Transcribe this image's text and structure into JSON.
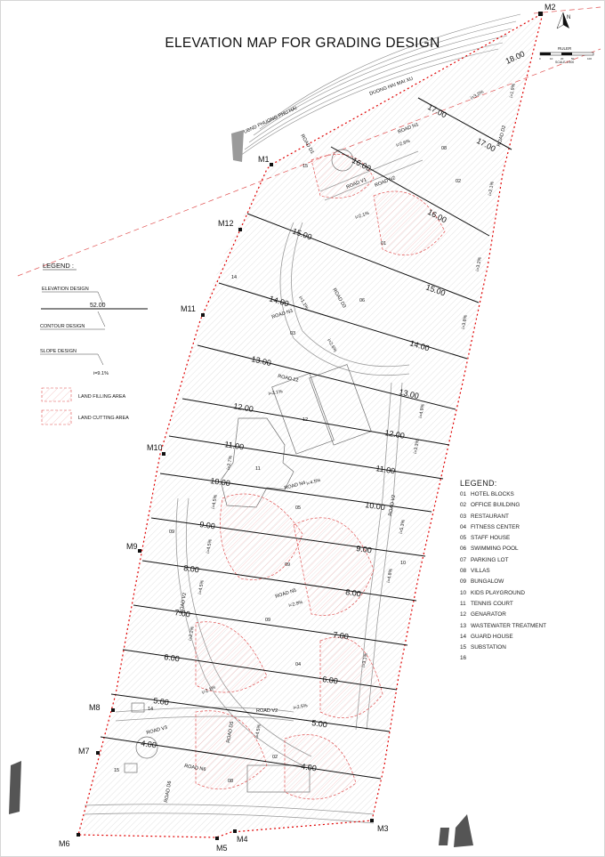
{
  "title": "ELEVATION MAP FOR GRADING DESIGN",
  "north_arrow": {
    "label": "N",
    "ruler_label": "RULER",
    "scale_label": "SCALE 1:500",
    "ruler_ticks": [
      "0",
      "10",
      "20",
      "50",
      "100"
    ]
  },
  "road_labels": {
    "outer_road": "DUONG HAI MAI XU",
    "street_note": "UBND PHUONG PHU HAI",
    "road_d1": "ROAD D1",
    "road_n1": "ROAD N1",
    "road_n2": "ROAD N2",
    "road_v1": "ROAD V1",
    "road_n3": "ROAD N3",
    "road_d2": "ROAD D2",
    "road_d3": "ROAD D3",
    "road_n4": "ROAD N4",
    "road_v2a": "ROAD V2",
    "road_v2b": "ROAD V2",
    "road_v2c": "ROAD V2",
    "road_n5": "ROAD N5",
    "road_v3": "ROAD V3",
    "road_d5": "ROAD D5",
    "road_n6": "ROAD N6",
    "road_d6": "ROAD D6",
    "road_n12": "ROAD 12"
  },
  "legend": {
    "title": "LEGEND :",
    "elevation_design": "ELEVATION DESIGN",
    "elevation_sample": "52.00",
    "contour_design": "CONTOUR DESIGN",
    "slope_design": "SLOPE DESIGN",
    "slope_sample": "i=9.1%",
    "filling_area": "LAND FILLING AREA",
    "cutting_area": "LAND CUTTING AREA"
  },
  "legend2": {
    "title": "LEGEND:",
    "items": [
      {
        "num": "01",
        "label": "HOTEL BLOCKS"
      },
      {
        "num": "02",
        "label": "OFFICE BUILDING"
      },
      {
        "num": "03",
        "label": "RESTAURANT"
      },
      {
        "num": "04",
        "label": "FITNESS CENTER"
      },
      {
        "num": "05",
        "label": "STAFF HOUSE"
      },
      {
        "num": "06",
        "label": "SWIMMING POOL"
      },
      {
        "num": "07",
        "label": "PARKING LOT"
      },
      {
        "num": "08",
        "label": "VILLAS"
      },
      {
        "num": "09",
        "label": "BUNGALOW"
      },
      {
        "num": "10",
        "label": "KIDS PLAYGROUND"
      },
      {
        "num": "11",
        "label": "TENNIS COURT"
      },
      {
        "num": "12",
        "label": "GENARATOR"
      },
      {
        "num": "13",
        "label": "WASTEWATER TREATMENT"
      },
      {
        "num": "14",
        "label": "GUARD HOUSE"
      },
      {
        "num": "15",
        "label": "SUBSTATION"
      },
      {
        "num": "16",
        "label": ""
      }
    ]
  },
  "boundary_markers": [
    "M1",
    "M12",
    "M11",
    "M10",
    "M9",
    "M8",
    "M7",
    "M6",
    "M5",
    "M4",
    "M3",
    "M2"
  ],
  "contours": [
    {
      "label": "18.00"
    },
    {
      "label": "17.00"
    },
    {
      "label": "17.00"
    },
    {
      "label": "16.00"
    },
    {
      "label": "16.00"
    },
    {
      "label": "15.00"
    },
    {
      "label": "15.00"
    },
    {
      "label": "14.00"
    },
    {
      "label": "14.00"
    },
    {
      "label": "13.00"
    },
    {
      "label": "13.00"
    },
    {
      "label": "12.00"
    },
    {
      "label": "12.00"
    },
    {
      "label": "11.00"
    },
    {
      "label": "11.00"
    },
    {
      "label": "10.00"
    },
    {
      "label": "10.00"
    },
    {
      "label": "9.00"
    },
    {
      "label": "9.00"
    },
    {
      "label": "8.00"
    },
    {
      "label": "8.00"
    },
    {
      "label": "7.00"
    },
    {
      "label": "7.00"
    },
    {
      "label": "6.00"
    },
    {
      "label": "6.00"
    },
    {
      "label": "5.00"
    },
    {
      "label": "5.00"
    },
    {
      "label": "4.00"
    },
    {
      "label": "4.00"
    }
  ],
  "slopes": [
    "i=1.9%",
    "i=3.2%",
    "i=2.6%",
    "i=2.1%",
    "i=2.1%",
    "i=3.2%",
    "i=1.1%",
    "i=2.6%",
    "i=3.8%",
    "i=3.1%",
    "i=4.9%",
    "i=3.3%",
    "i=2.7%",
    "i=4.5%",
    "i=4.5%",
    "i=5.3%",
    "i=4.5%",
    "i=2.9%",
    "i=4.5%",
    "i=4.8%",
    "i=2.2%",
    "i=2.1%",
    "i=2.5%",
    "i=3.1%",
    "i=4.5%"
  ],
  "building_numbers": [
    "15",
    "08",
    "02",
    "01",
    "14",
    "06",
    "03",
    "12",
    "11",
    "05",
    "09",
    "09",
    "10",
    "09",
    "04",
    "14",
    "02",
    "15",
    "08"
  ],
  "colors": {
    "boundary": "#e00000",
    "fill_hatch": "#e06060",
    "contour": "#111111",
    "base": "#9a9a9a"
  }
}
